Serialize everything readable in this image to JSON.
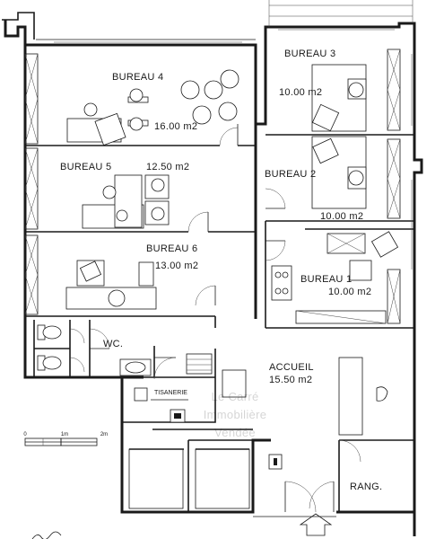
{
  "rooms": {
    "bureau4": {
      "name": "BUREAU 4",
      "area": "16.00 m2"
    },
    "bureau3": {
      "name": "BUREAU 3",
      "area": "10.00 m2"
    },
    "bureau5": {
      "name": "BUREAU 5",
      "area": "12.50 m2"
    },
    "bureau2": {
      "name": "BUREAU 2",
      "area": "10.00 m2"
    },
    "bureau6": {
      "name": "BUREAU 6",
      "area": "13.00 m2"
    },
    "bureau1": {
      "name": "BUREAU 1",
      "area": "10.00 m2"
    },
    "wc": {
      "name": "WC."
    },
    "accueil": {
      "name": "ACCUEIL",
      "area": "15.50 m2"
    },
    "tisanerie": {
      "name": "TISANERIE"
    },
    "rang": {
      "name": "RANG."
    }
  },
  "scale": {
    "zero": "0",
    "one": "1m",
    "two": "2m"
  },
  "watermark": {
    "line1": "Le Carré",
    "line2": "Immobilière",
    "line3": "Vendée"
  },
  "colors": {
    "ink": "#1a1a1a",
    "paper": "#ffffff"
  }
}
